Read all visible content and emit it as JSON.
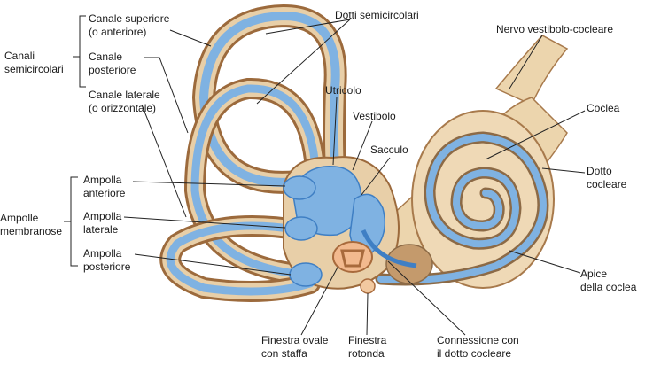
{
  "diagram": {
    "groups": {
      "semicircular_canals": "Canali\nsemicircolari",
      "membranous_ampullae": "Ampolle\nmembranose"
    },
    "labels": {
      "superior_canal": "Canale superiore\n(o anteriore)",
      "posterior_canal": "Canale\nposteriore",
      "lateral_canal": "Canale laterale\n(o orizzontale)",
      "anterior_ampulla": "Ampolla\nanteriore",
      "lateral_ampulla": "Ampolla\nlaterale",
      "posterior_ampulla": "Ampolla\nposteriore",
      "semicircular_ducts": "Dotti semicircolari",
      "utricle": "Utricolo",
      "vestibule": "Vestibolo",
      "saccule": "Sacculo",
      "vestibulocochlear_nerve": "Nervo vestibolo-cocleare",
      "cochlea": "Coclea",
      "cochlear_duct": "Dotto\ncocleare",
      "cochlear_apex": "Apice\ndella coclea",
      "oval_window": "Finestra ovale\ncon staffa",
      "round_window": "Finestra\nrotonda",
      "cochlear_connection": "Connessione con\nil dotto cocleare"
    },
    "colors": {
      "bony_labyrinth": "#e8cfa8",
      "bony_outline": "#9c6a3c",
      "membranous_labyrinth": "#7fb2e2",
      "membranous_dark": "#3f7fc4",
      "background": "#ffffff"
    }
  }
}
